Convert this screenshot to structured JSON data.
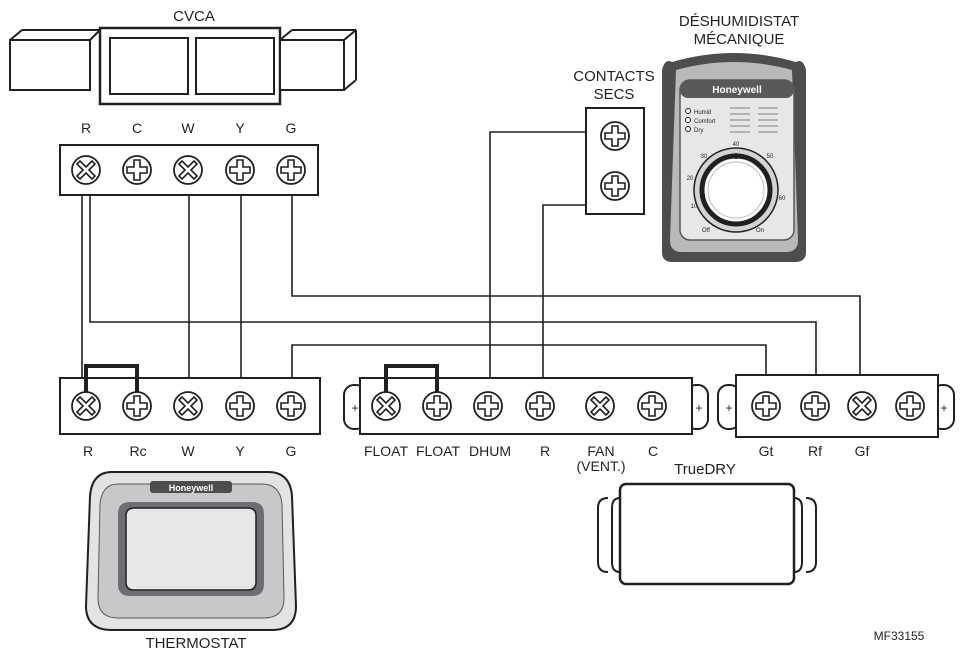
{
  "labels": {
    "cvca": "CVCA",
    "dehumidistat_line1": "DÉSHUMIDISTAT",
    "dehumidistat_line2": "MÉCANIQUE",
    "dry_contacts_line1": "CONTACTS",
    "dry_contacts_line2": "SECS",
    "truedry": "TrueDRY",
    "thermostat": "THERMOSTAT",
    "figure_id": "MF33155"
  },
  "brand": "Honeywell",
  "terminals": {
    "cvca": [
      "R",
      "C",
      "W",
      "Y",
      "G"
    ],
    "thermostat": [
      "R",
      "Rc",
      "W",
      "Y",
      "G"
    ],
    "module": [
      "FLOAT",
      "FLOAT",
      "DHUM",
      "R",
      "FAN",
      "C"
    ],
    "module_fan_sub": "(VENT.)",
    "truedry": [
      "Gt",
      "Rf",
      "Gf"
    ]
  },
  "polarity": {
    "plus": "+"
  },
  "dehumidistat_dial": {
    "modes": [
      "Humid",
      "Comfort",
      "Dry"
    ],
    "scale": [
      "10",
      "20",
      "30",
      "40",
      "50",
      "60"
    ],
    "off": "Off",
    "on": "On"
  }
}
